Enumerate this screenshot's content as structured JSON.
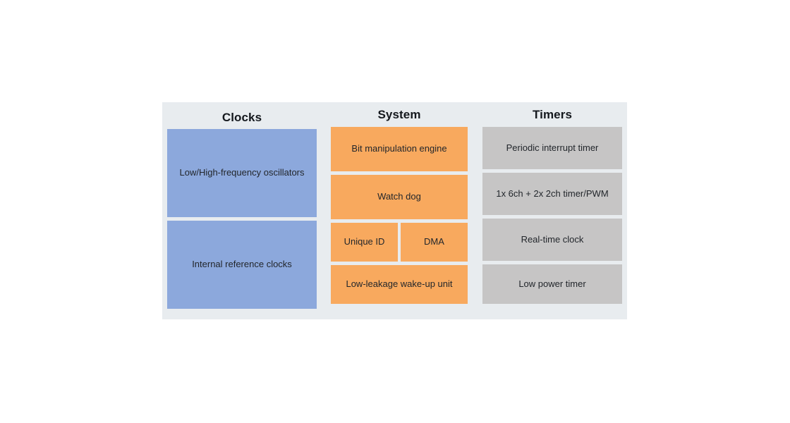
{
  "diagram": {
    "background_color": "#e8ecef",
    "page_background": "#ffffff",
    "columns": [
      {
        "id": "clocks",
        "title": "Clocks",
        "color": "#8ca8dc",
        "blocks": [
          {
            "label": "Low/High-frequency oscillators"
          },
          {
            "label": "Internal reference clocks"
          }
        ]
      },
      {
        "id": "system",
        "title": "System",
        "color": "#f8a95e",
        "blocks": [
          {
            "label": "Bit manipulation engine"
          },
          {
            "label": "Watch dog"
          },
          {
            "label": "Unique ID"
          },
          {
            "label": "DMA"
          },
          {
            "label": "Low-leakage wake-up unit"
          }
        ]
      },
      {
        "id": "timers",
        "title": "Timers",
        "color": "#c6c5c5",
        "blocks": [
          {
            "label": "Periodic interrupt timer"
          },
          {
            "label": "1x 6ch + 2x 2ch timer/PWM"
          },
          {
            "label": "Real-time clock"
          },
          {
            "label": "Low power timer"
          }
        ]
      }
    ]
  }
}
